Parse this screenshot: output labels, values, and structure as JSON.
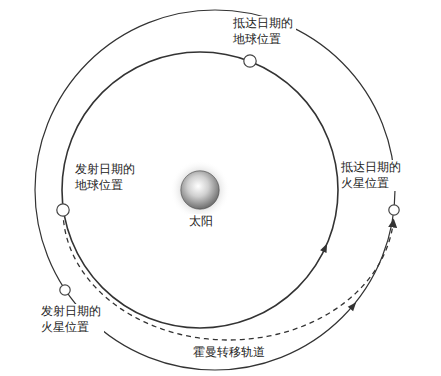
{
  "diagram": {
    "nodes": [
      {
        "text": [
          "抵达日期的地球位置"
        ]
      },
      {
        "text": [
          "抵达日期的火星位置"
        ]
      },
      {
        "text": [
          "发射日期的地球位置"
        ]
      },
      {
        "text": [
          "太阳"
        ]
      },
      {
        "text": [
          "发射日期的火星位置"
        ]
      }
    ],
    "edges": [
      {
        "from": 2,
        "to": 1,
        "arrow": "to",
        "label": "霍曼转移轨道"
      }
    ]
  }
}
